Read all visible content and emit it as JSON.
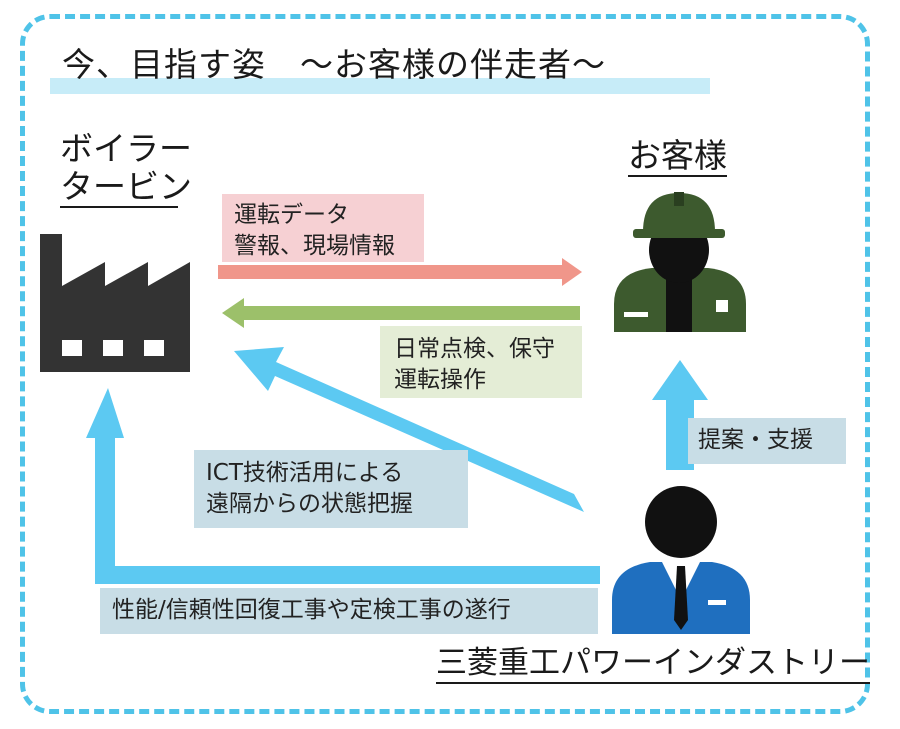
{
  "title": "今、目指す姿　～お客様の伴走者～",
  "nodes": {
    "plant_label_line1": "ボイラー",
    "plant_label_line2": "タービン",
    "customer_label": "お客様",
    "mhi_label": "三菱重工パワーインダストリー"
  },
  "flows": {
    "to_customer": [
      "運転データ",
      "警報、現場情報"
    ],
    "to_plant": [
      "日常点検、保守",
      "運転操作"
    ],
    "proposal": "提案・支援",
    "remote": [
      "ICT技術活用による",
      "遠隔からの状態把握"
    ],
    "construction": "性能/信頼性回復工事や定検工事の遂行"
  },
  "colors": {
    "frame": "#4fc3e8",
    "title_band": "#c7ecf8",
    "pink_arrow": "#f0968a",
    "pink_box": "#f6d0d3",
    "green_arrow": "#9cc06a",
    "green_box": "#e4edd6",
    "blue_arrow": "#5cc9f2",
    "blue_box": "#c8dde6",
    "factory": "#333333",
    "customer_uniform": "#3d5a2e",
    "mhi_suit": "#1f6fbf"
  }
}
